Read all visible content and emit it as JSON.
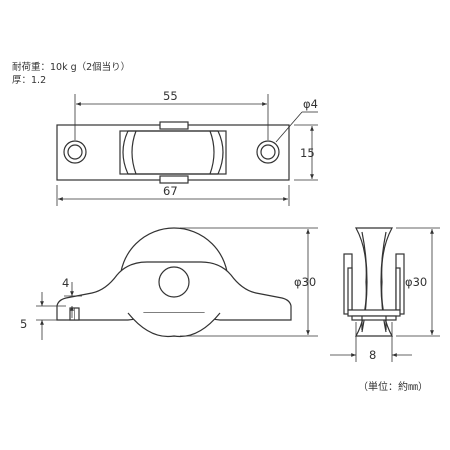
{
  "specs": {
    "load": "耐荷重：10k g（2個当り）",
    "thickness": "厚：1.2"
  },
  "top_view": {
    "hole_spacing": "55",
    "hole_diameter": "φ4",
    "plate_height": "15",
    "plate_length": "67"
  },
  "front_view": {
    "height_4": "4",
    "height_5": "5",
    "wheel_diameter": "φ30"
  },
  "side_view": {
    "wheel_diameter": "φ30",
    "width": "8"
  },
  "unit_note": "（単位：約㎜）",
  "colors": {
    "line": "#333333",
    "fill": "#ffffff"
  }
}
